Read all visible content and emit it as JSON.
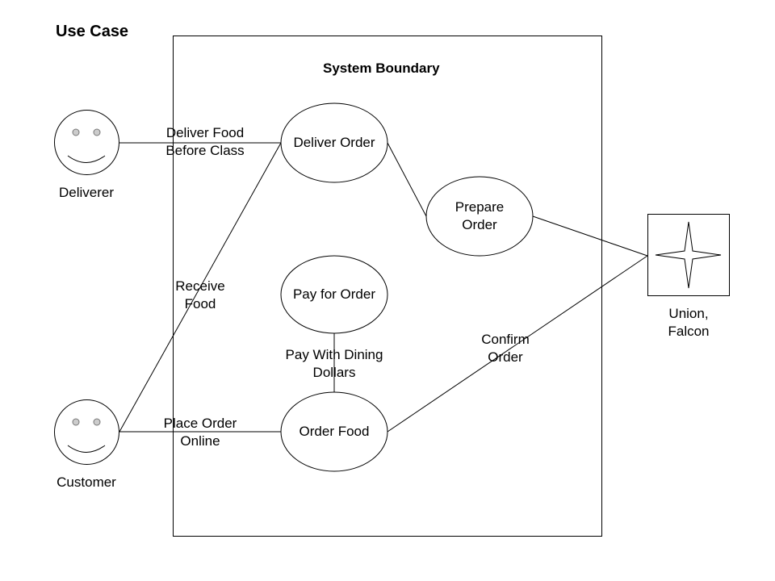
{
  "title": "Use Case",
  "boundary_label": "System Boundary",
  "actors": {
    "deliverer": "Deliverer",
    "customer": "Customer",
    "system": [
      "Union,",
      "Falcon"
    ]
  },
  "use_cases": {
    "deliver_order": [
      "Deliver Order"
    ],
    "prepare_order": [
      "Prepare",
      "Order"
    ],
    "pay_for_order": [
      "Pay for Order"
    ],
    "order_food": [
      "Order Food"
    ]
  },
  "associations": {
    "deliver_food": [
      "Deliver Food",
      "Before Class"
    ],
    "receive_food": [
      "Receive",
      "Food"
    ],
    "pay_with_dining": [
      "Pay With Dining",
      "Dollars"
    ],
    "confirm_order": [
      "Confirm",
      "Order"
    ],
    "place_order": [
      "Place Order",
      "Online"
    ]
  }
}
